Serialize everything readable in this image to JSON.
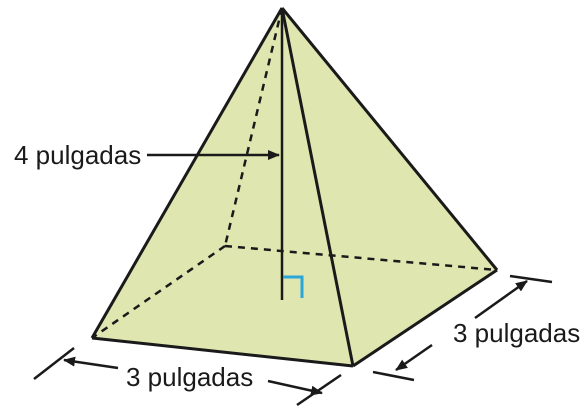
{
  "figure": {
    "type": "square-pyramid",
    "height_label": "4 pulgadas",
    "base_front_label": "3 pulgadas",
    "base_side_label": "3 pulgadas"
  },
  "colors": {
    "face_fill": "#dfe6b0",
    "edge": "#1a1a1a",
    "right_angle_marker": "#2aa6d8",
    "text": "#1a1a1a",
    "background": "#ffffff"
  }
}
